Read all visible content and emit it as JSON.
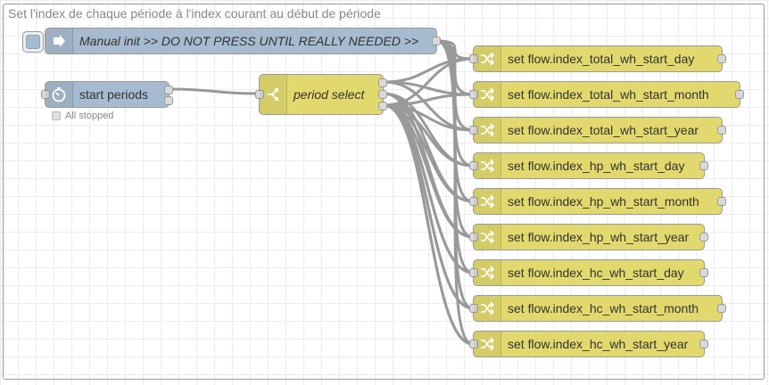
{
  "group": {
    "label": "Set l'index de chaque période à l'index courant au début de période"
  },
  "nodes": {
    "manual_init": {
      "label": "Manual init >> DO NOT PRESS UNTIL REALLY NEEDED >>",
      "icon": "arrow-in-icon",
      "color": "#a6bbcf"
    },
    "start_periods": {
      "label": "start periods",
      "icon": "timer-icon",
      "status": "All stopped",
      "color": "#a6bbcf"
    },
    "period_select": {
      "label": "period select",
      "icon": "switch-icon",
      "color": "#e2d96e"
    },
    "changes": [
      {
        "label": "set flow.index_total_wh_start_day"
      },
      {
        "label": "set flow.index_total_wh_start_month"
      },
      {
        "label": "set flow.index_total_wh_start_year"
      },
      {
        "label": "set flow.index_hp_wh_start_day"
      },
      {
        "label": "set flow.index_hp_wh_start_month"
      },
      {
        "label": "set flow.index_hp_wh_start_year"
      },
      {
        "label": "set flow.index_hc_wh_start_day"
      },
      {
        "label": "set flow.index_hc_wh_start_month"
      },
      {
        "label": "set flow.index_hc_wh_start_year"
      }
    ]
  },
  "colors": {
    "wire": "#999999",
    "grid": "#ececec",
    "group_border": "#999999"
  }
}
